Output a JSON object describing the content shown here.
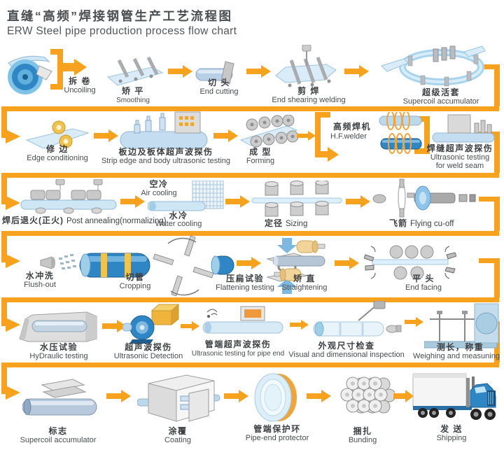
{
  "title": {
    "zh": "直缝“高频”焊接钢管生产工艺流程图",
    "en": "ERW Steel pipe production process flow chart"
  },
  "colors": {
    "arrow_orange": "#F6A21F",
    "steel_blue": "#2f86c4",
    "light_blue": "#cfe7f5"
  },
  "rows": [
    {
      "steps": [
        {
          "icon": "uncoiler",
          "zh": "拆 卷",
          "en": "Uncoiling"
        },
        {
          "icon": "leveler",
          "zh": "矫 平",
          "en": "Smoothing"
        },
        {
          "icon": "end-cutter",
          "zh": "切 头",
          "en": "End cutting"
        },
        {
          "icon": "shear-welder",
          "zh": "剪 焊",
          "en": "End shearing welding"
        },
        {
          "icon": "accumulator",
          "zh": "超级活套",
          "en": "Supercoil accumulator"
        }
      ]
    },
    {
      "steps": [
        {
          "icon": "edge-miller",
          "zh": "修 边",
          "en": "Edge conditioning"
        },
        {
          "icon": "strip-ultrasonic",
          "zh": "板边及板体超声波探伤",
          "en": "Strip edge and body ultrasonic testing"
        },
        {
          "icon": "forming-rolls",
          "zh": "成 型",
          "en": "Forming"
        },
        {
          "icon": "hf-welder",
          "zh": "高频焊机",
          "en": "H.F.welder"
        },
        {
          "icon": "weld-seam-ultrasonic",
          "zh": "焊缝超声波探伤",
          "en": "Ultrasonic testing",
          "en2": "for weld seam"
        }
      ]
    },
    {
      "steps": [
        {
          "icon": "annealing-line",
          "zh": "焊后退火(正火)",
          "en": "Post annealing(normalizing)"
        },
        {
          "icon": "cooling-line",
          "zh_top": "空冷",
          "en_top": "Air cooling",
          "zh": "水冷",
          "en": "Water cooling"
        },
        {
          "icon": "sizing-rolls",
          "zh": "定径",
          "en": "Sizing"
        },
        {
          "icon": "flying-cutoff",
          "zh": "飞箭",
          "en": "Flying cu-off"
        }
      ]
    },
    {
      "steps": [
        {
          "icon": "flush-nozzle",
          "zh": "水冲洗",
          "en": "Flush-out"
        },
        {
          "icon": "pipe-cutter",
          "zh": "切管",
          "en": "Cropping"
        },
        {
          "icon": "flattening-press",
          "zh": "压扁试验",
          "en": "Flattening testing"
        },
        {
          "icon": "straightener",
          "zh": "矫 直",
          "en": "Straightening"
        },
        {
          "icon": "end-facer",
          "zh": "平 头",
          "en": "End facing"
        }
      ]
    },
    {
      "steps": [
        {
          "icon": "hydraulic-tester",
          "zh": "水压试验",
          "en": "HyDraulic testing"
        },
        {
          "icon": "ultrasonic-detector",
          "zh": "超声波探伤",
          "en": "Ultrasonic Detection"
        },
        {
          "icon": "pipe-end-ultrasonic",
          "zh": "管端超声波探伤",
          "en": "Ultrasonic testing for pipe end"
        },
        {
          "icon": "inspection-bench",
          "zh": "外观尺寸检查",
          "en": "Visual and dimensional inspection"
        },
        {
          "icon": "weighing-station",
          "zh": "测长，称重",
          "en": "Weighing and measuning"
        }
      ]
    },
    {
      "steps": [
        {
          "icon": "marking-station",
          "zh": "标志",
          "en": "Supercoil accumulator"
        },
        {
          "icon": "coating-box",
          "zh": "涂覆",
          "en": "Coating"
        },
        {
          "icon": "end-protector-ring",
          "zh": "管端保护环",
          "en": "Pipe-end protector"
        },
        {
          "icon": "pipe-bundle",
          "zh": "捆扎",
          "en": "Bunding"
        },
        {
          "icon": "truck",
          "zh": "发 送",
          "en": "Shipping"
        }
      ]
    }
  ]
}
